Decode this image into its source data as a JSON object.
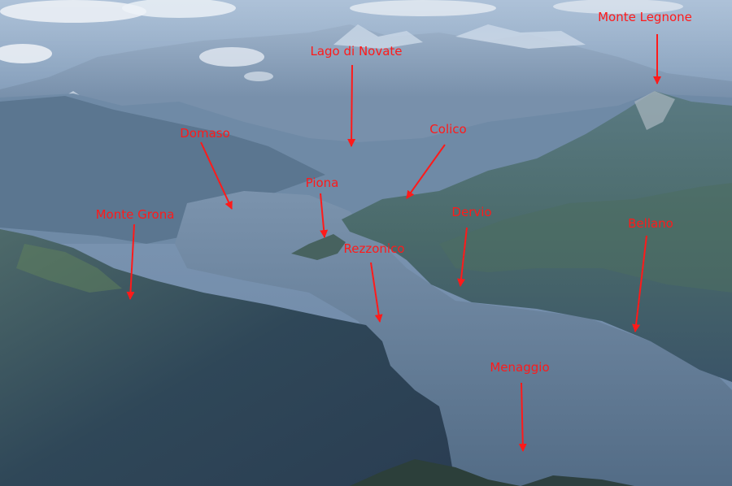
{
  "labels": {
    "monte_legnone": "Monte Legnone",
    "lago_di_novate": "Lago di Novate",
    "colico": "Colico",
    "domaso": "Domaso",
    "piona": "Piona",
    "dervio": "Dervio",
    "monte_grona": "Monte Grona",
    "bellano": "Bellano",
    "rezzonico": "Rezzonico",
    "menaggio": "Menaggio"
  },
  "colors": {
    "label": "#ff1a1a",
    "lake": "#657c96",
    "mountains": "#3f5873"
  }
}
